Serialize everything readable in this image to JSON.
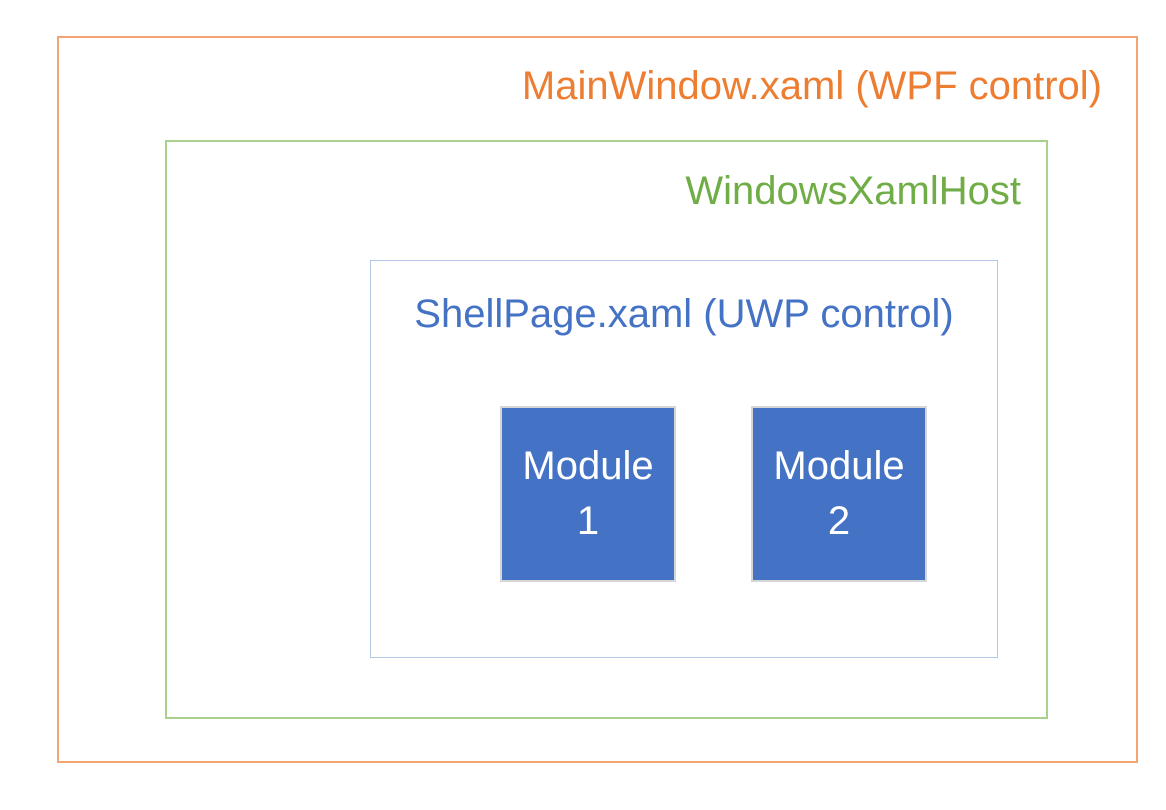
{
  "colors": {
    "background": "#FFFFFF",
    "orange-text": "#ED7D31",
    "orange-border": "#F2A572",
    "green-text": "#70AD47",
    "green-border": "#A9D18E",
    "blue-text": "#4472C4",
    "shell-border": "#B4C7E7",
    "module-fill": "#4472C4",
    "module-border": "#D6D6D6",
    "module-text": "#FFFFFF"
  },
  "diagram": {
    "main_window": {
      "label": "MainWindow.xaml (WPF control)"
    },
    "xaml_host": {
      "label": "WindowsXamlHost"
    },
    "shell_page": {
      "label": "ShellPage.xaml (UWP control)"
    },
    "modules": [
      {
        "name": "Module",
        "number": "1"
      },
      {
        "name": "Module",
        "number": "2"
      }
    ]
  }
}
